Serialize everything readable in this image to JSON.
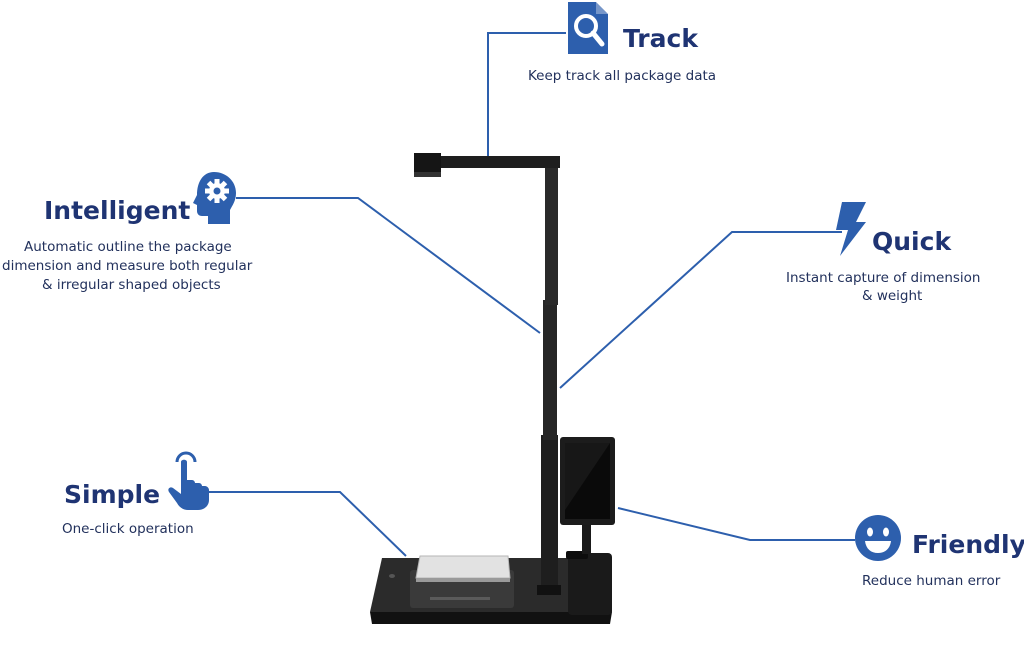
{
  "accent_color": "#2d5fad",
  "title_color": "#1f3473",
  "features": {
    "track": {
      "title": "Track",
      "description": "Keep track all package data",
      "icon": "document-search-icon"
    },
    "intelligent": {
      "title": "Intelligent",
      "description_lines": [
        "Automatic outline the package",
        "dimension and measure both regular",
        "& irregular shaped objects"
      ],
      "icon": "head-gear-icon"
    },
    "quick": {
      "title": "Quick",
      "description_lines": [
        "Instant capture of dimension",
        "& weight"
      ],
      "icon": "lightning-bolt-icon"
    },
    "simple": {
      "title": "Simple",
      "description": "One-click operation",
      "icon": "pointing-hand-icon"
    },
    "friendly": {
      "title": "Friendly",
      "description": "Reduce human error",
      "icon": "smiley-face-icon"
    }
  }
}
